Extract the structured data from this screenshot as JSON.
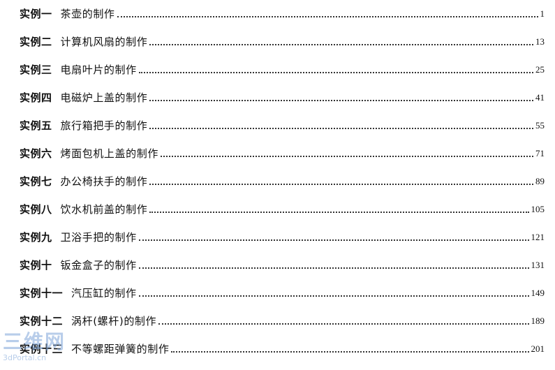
{
  "entries": [
    {
      "label": "实例一",
      "title": "茶壶的制作",
      "page": "1"
    },
    {
      "label": "实例二",
      "title": "计算机风扇的制作",
      "page": "13"
    },
    {
      "label": "实例三",
      "title": "电扇叶片的制作",
      "page": "25"
    },
    {
      "label": "实例四",
      "title": "电磁炉上盖的制作",
      "page": "41"
    },
    {
      "label": "实例五",
      "title": "旅行箱把手的制作",
      "page": "55"
    },
    {
      "label": "实例六",
      "title": "烤面包机上盖的制作",
      "page": "71"
    },
    {
      "label": "实例七",
      "title": "办公椅扶手的制作",
      "page": "89"
    },
    {
      "label": "实例八",
      "title": "饮水机前盖的制作",
      "page": "105"
    },
    {
      "label": "实例九",
      "title": "卫浴手把的制作",
      "page": "121"
    },
    {
      "label": "实例十",
      "title": "钣金盒子的制作",
      "page": "131"
    },
    {
      "label": "实例十一",
      "title": "汽压缸的制作",
      "page": "149"
    },
    {
      "label": "实例十二",
      "title": "涡杆(螺杆)的制作",
      "page": "189"
    },
    {
      "label": "实例十三",
      "title": "不等螺距弹簧的制作",
      "page": "201"
    }
  ],
  "watermark": {
    "main": "三维网",
    "sub": "3dPortal.cn"
  }
}
